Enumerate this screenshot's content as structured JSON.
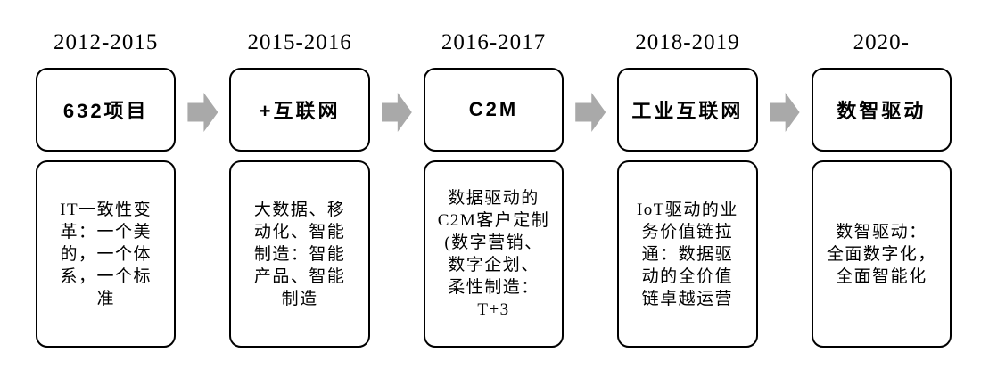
{
  "diagram": {
    "type": "timeline-flowchart",
    "arrow_color": "#a9a9a9",
    "border_color": "#000000",
    "background_color": "#ffffff",
    "arrow_icon": "right-block-arrow",
    "stages": [
      {
        "years": "2012-2015",
        "title": "632项目",
        "description": "IT一致性变\n革：一个美\n的，一个体\n系，一个标\n准"
      },
      {
        "years": "2015-2016",
        "title": "+互联网",
        "description": "大数据、移\n动化、智能\n制造：智能\n产品、智能\n制造"
      },
      {
        "years": "2016-2017",
        "title": "C2M",
        "description": "数据驱动的\nC2M客户定制\n(数字营销、\n数字企划、\n柔性制造：\nT+3"
      },
      {
        "years": "2018-2019",
        "title": "工业互联网",
        "description": "IoT驱动的业\n务价值链拉\n通：数据驱\n动的全价值\n链卓越运营"
      },
      {
        "years": "2020-",
        "title": "数智驱动",
        "description": "数智驱动：\n全面数字化，\n全面智能化"
      }
    ]
  }
}
